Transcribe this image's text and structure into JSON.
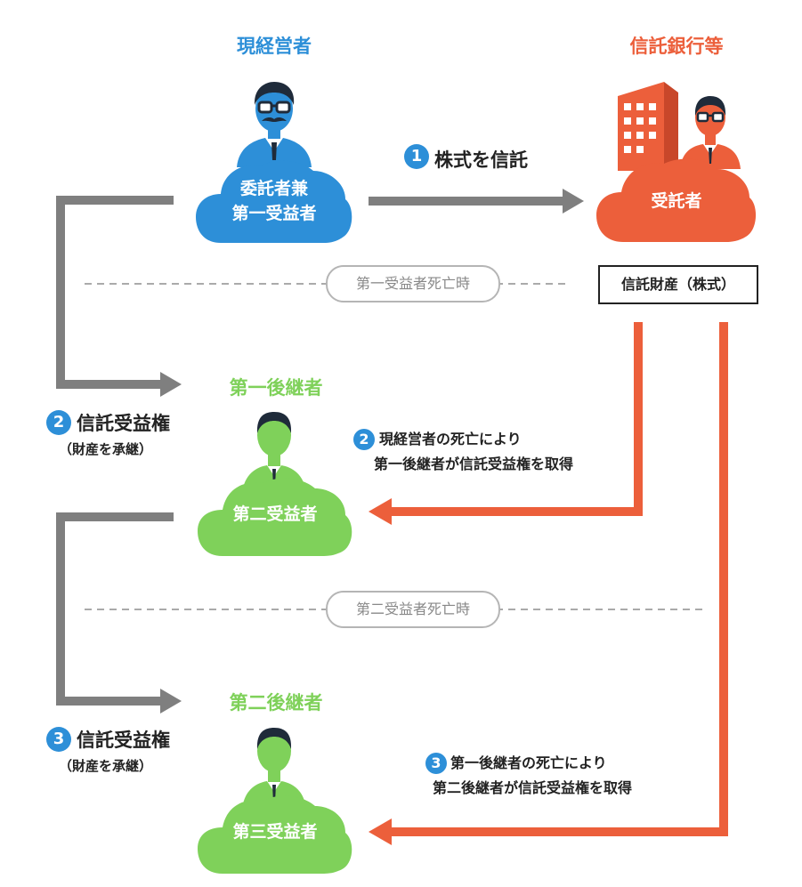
{
  "colors": {
    "blue": "#2d8fd8",
    "orange": "#ec5f3b",
    "green": "#7fd15a",
    "gray_arrow": "#7f7f7f",
    "dash": "#aaaaaa",
    "dark": "#1f2b3a"
  },
  "manager": {
    "title": "現経営者",
    "label_line1": "委託者兼",
    "label_line2": "第一受益者",
    "icon": "businessman-glasses-mustache-icon"
  },
  "trustee": {
    "title": "信託銀行等",
    "label": "受託者",
    "icon": "building-icon"
  },
  "step1": {
    "number": "1",
    "text": "株式を信託"
  },
  "property": {
    "label": "信託財産（株式）"
  },
  "event1": {
    "label": "第一受益者死亡時"
  },
  "event2": {
    "label": "第二受益者死亡時"
  },
  "successor1": {
    "title": "第一後継者",
    "label": "第二受益者",
    "icon": "person-icon"
  },
  "successor2": {
    "title": "第二後継者",
    "label": "第三受益者",
    "icon": "person-icon"
  },
  "rights2": {
    "number": "2",
    "title": "信託受益権",
    "sub": "（財産を承継）"
  },
  "rights3": {
    "number": "3",
    "title": "信託受益権",
    "sub": "（財産を承継）"
  },
  "note2": {
    "number": "2",
    "line1": "現経営者の死亡により",
    "line2": "第一後継者が信託受益権を取得"
  },
  "note3": {
    "number": "3",
    "line1": "第一後継者の死亡により",
    "line2": "第二後継者が信託受益権を取得"
  }
}
